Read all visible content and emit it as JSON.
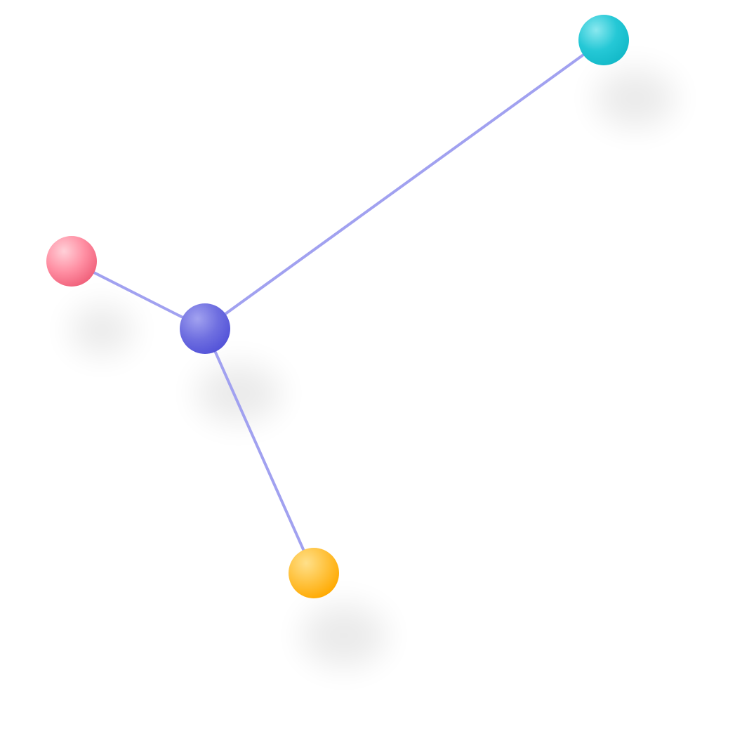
{
  "diagram": {
    "type": "network-graph",
    "edge_color": "#a1a1f0",
    "nodes": [
      {
        "id": "hub",
        "color": "#6f6fe0",
        "highlight": "#a2a2f0",
        "shade": "#5252d8"
      },
      {
        "id": "pink",
        "color": "#ff8fa3",
        "highlight": "#ffd0d8",
        "shade": "#f0607a"
      },
      {
        "id": "cyan",
        "color": "#25c8d6",
        "highlight": "#8ae8ef",
        "shade": "#13b9c8"
      },
      {
        "id": "yellow",
        "color": "#ffc23d",
        "highlight": "#ffe08a",
        "shade": "#ffa900"
      }
    ],
    "edges": [
      {
        "from": "hub",
        "to": "pink"
      },
      {
        "from": "hub",
        "to": "cyan"
      },
      {
        "from": "hub",
        "to": "yellow"
      }
    ]
  }
}
